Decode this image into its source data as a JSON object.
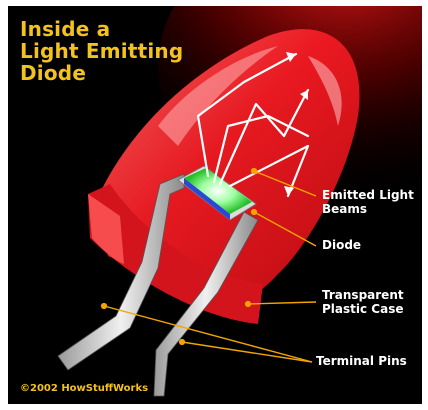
{
  "title": "Inside a\nLight Emitting\nDiode",
  "labels": {
    "emitted_light_beams": "Emitted Light\nBeams",
    "diode": "Diode",
    "transparent_plastic_case": "Transparent\nPlastic Case",
    "terminal_pins": "Terminal Pins"
  },
  "credit": "©2002 HowStuffWorks",
  "colors": {
    "background": "#000000",
    "title": "#f4c21d",
    "callout_line": "#f2a500",
    "led_case": "#e5101a",
    "chip": "#22c025",
    "label_text": "#ffffff"
  }
}
